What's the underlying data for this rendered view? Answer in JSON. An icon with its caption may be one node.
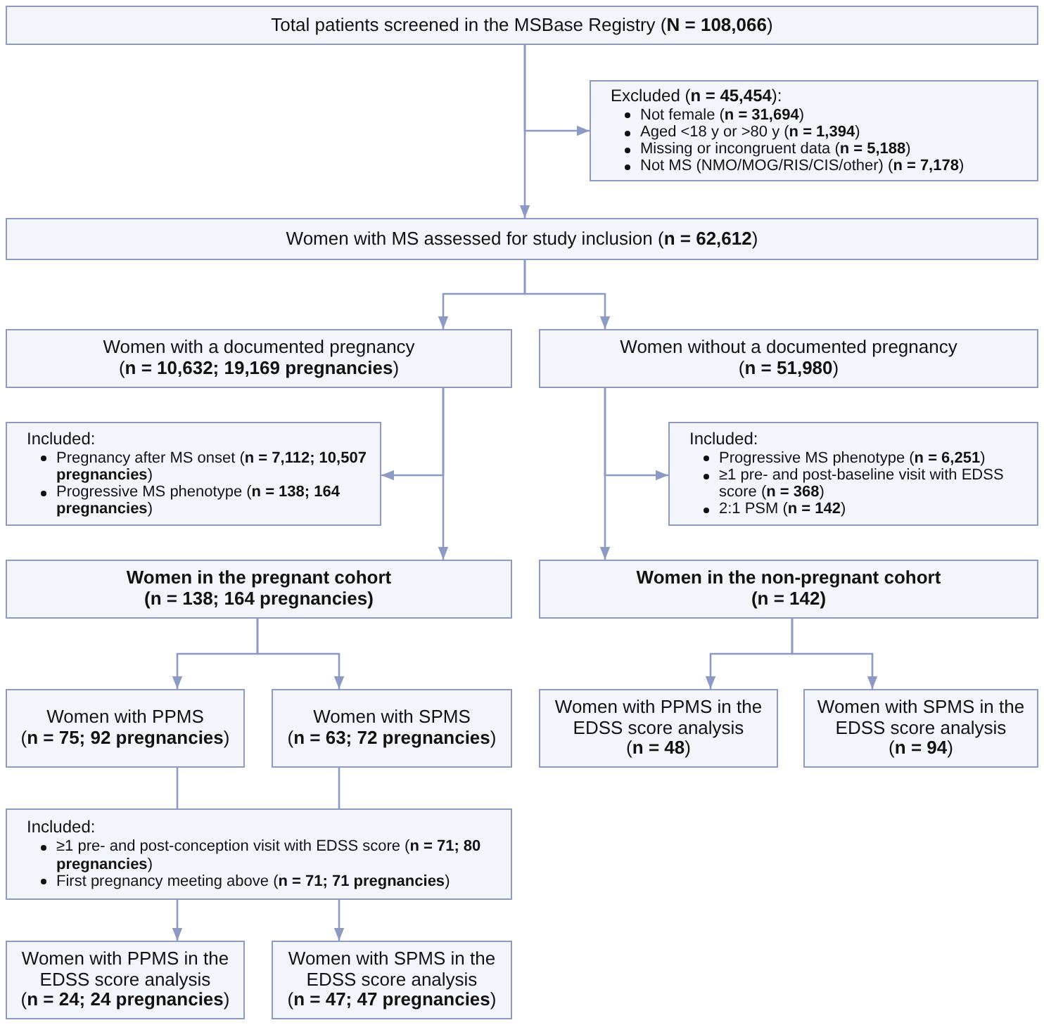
{
  "diagram": {
    "nodes": [
      {
        "text": [
          "Total patients screened in the MSBase Registry (**N = 108,066**)"
        ]
      },
      {
        "text": [
          "Excluded (**n = 45,454**):",
          "Not female (**n = 31,694**)",
          "Aged <18 y or >80 y (**n = 1,394**)",
          "Missing or incongruent data (**n = 5,188**)",
          "Not MS (NMO/MOG/RIS/CIS/other) (**n = 7,178**)"
        ]
      },
      {
        "text": [
          "Women with MS assessed for study inclusion (**n = 62,612**)"
        ]
      },
      {
        "text": [
          "Women with a documented pregnancy",
          "(**n = 10,632; 19,169 pregnancies**)"
        ]
      },
      {
        "text": [
          "Women without a documented pregnancy",
          "(**n = 51,980**)"
        ]
      },
      {
        "text": [
          "Included:",
          "Pregnancy after MS onset (**n = 7,112; 10,507 pregnancies**)",
          "Progressive MS phenotype (**n = 138; 164 pregnancies**)"
        ]
      },
      {
        "text": [
          "Included:",
          "Progressive MS phenotype (**n = 6,251**)",
          "≥1 pre- and post-baseline visit with EDSS score (**n = 368**)",
          "2:1 PSM (**n = 142**)"
        ]
      },
      {
        "text": [
          "Women in the pregnant cohort",
          "(n = 138; 164 pregnancies)"
        ]
      },
      {
        "text": [
          "Women in the non-pregnant cohort",
          "(n = 142)"
        ]
      },
      {
        "text": [
          "Women with PPMS",
          "(**n = 75; 92 pregnancies**)"
        ]
      },
      {
        "text": [
          "Women with SPMS",
          "(**n = 63; 72 pregnancies**)"
        ]
      },
      {
        "text": [
          "Women with PPMS in the EDSS score analysis",
          "(**n = 48**)"
        ]
      },
      {
        "text": [
          "Women with SPMS in the EDSS score analysis",
          "(**n = 94**)"
        ]
      },
      {
        "text": [
          "Included:",
          "≥1 pre- and post-conception visit with EDSS score (**n = 71; 80 pregnancies**)",
          "First pregnancy meeting above (**n = 71; 71 pregnancies**)"
        ]
      },
      {
        "text": [
          "Women with PPMS in the EDSS score analysis",
          "(**n = 24; 24 pregnancies**)"
        ]
      },
      {
        "text": [
          "Women with SPMS in the EDSS score analysis",
          "(**n = 47; 47 pregnancies**)"
        ]
      }
    ],
    "edges": [
      {
        "from": 0,
        "to": 2,
        "arrow": "to"
      },
      {
        "from": 0,
        "to": 1,
        "arrow": "to"
      },
      {
        "from": 2,
        "to": 3,
        "arrow": "to"
      },
      {
        "from": 2,
        "to": 4,
        "arrow": "to"
      },
      {
        "from": 3,
        "to": 7,
        "arrow": "to"
      },
      {
        "from": 3,
        "to": 5,
        "arrow": "to"
      },
      {
        "from": 4,
        "to": 8,
        "arrow": "to"
      },
      {
        "from": 4,
        "to": 6,
        "arrow": "to"
      },
      {
        "from": 7,
        "to": 9,
        "arrow": "to"
      },
      {
        "from": 7,
        "to": 10,
        "arrow": "to"
      },
      {
        "from": 8,
        "to": 11,
        "arrow": "to"
      },
      {
        "from": 8,
        "to": 12,
        "arrow": "to"
      },
      {
        "from": 9,
        "to": 13,
        "arrow": "none"
      },
      {
        "from": 10,
        "to": 13,
        "arrow": "none"
      },
      {
        "from": 13,
        "to": 14,
        "arrow": "to"
      },
      {
        "from": 13,
        "to": 15,
        "arrow": "to"
      }
    ]
  }
}
